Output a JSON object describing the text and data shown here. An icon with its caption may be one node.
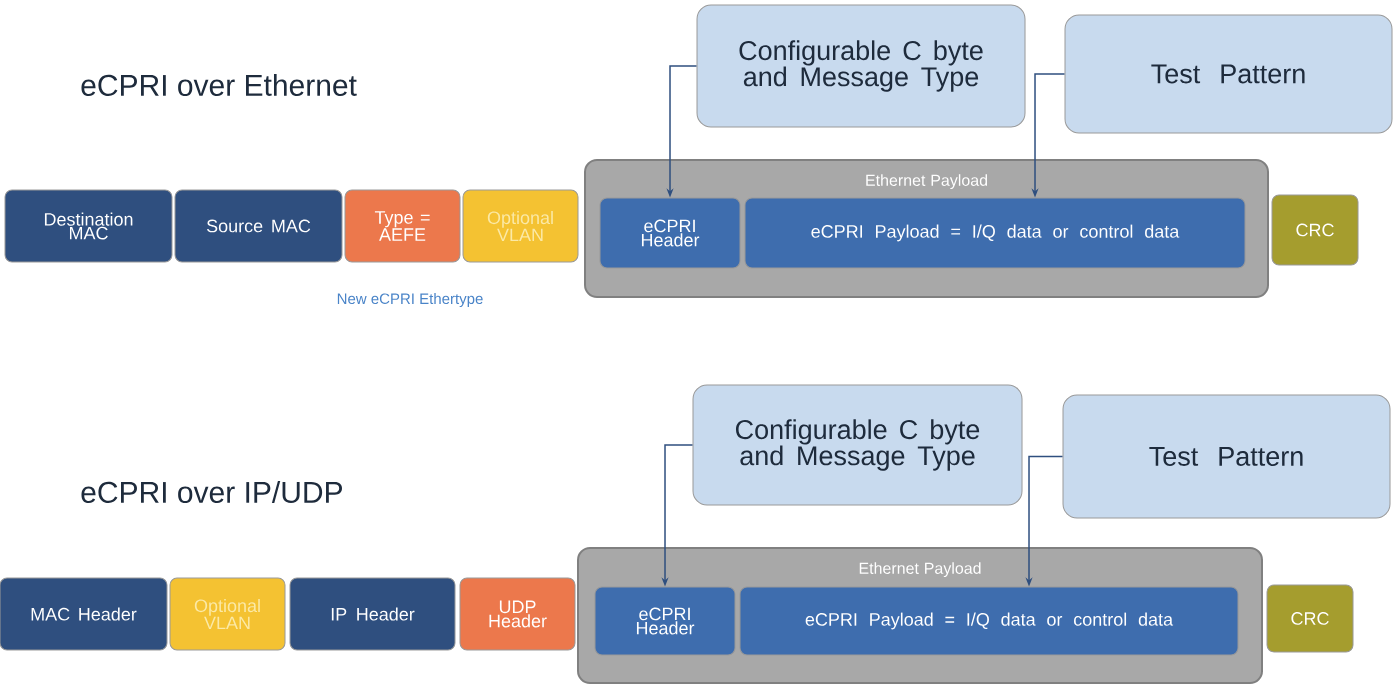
{
  "diagram": {
    "nodes": [
      {
        "text": [
          "Destination MAC"
        ]
      },
      {
        "text": [
          "Source MAC"
        ]
      },
      {
        "text": [
          "Type = AEFE"
        ]
      },
      {
        "text": [
          "Optional VLAN"
        ]
      },
      {
        "text": [
          "Ethernet Payload"
        ]
      },
      {
        "text": [
          "eCPRI Header"
        ],
        "in": 4
      },
      {
        "text": [
          "eCPRI Payload = I/Q data or control data"
        ],
        "in": 4
      },
      {
        "text": [
          "CRC"
        ]
      },
      {
        "text": [
          "Configurable C byte and Message Type"
        ]
      },
      {
        "text": [
          "Test Pattern"
        ]
      },
      {
        "text": [
          "MAC Header"
        ]
      },
      {
        "text": [
          "Optional VLAN"
        ]
      },
      {
        "text": [
          "IP Header"
        ]
      },
      {
        "text": [
          "UDP Header"
        ]
      },
      {
        "text": [
          "Ethernet Payload"
        ]
      },
      {
        "text": [
          "eCPRI Header"
        ],
        "in": 14
      },
      {
        "text": [
          "eCPRI Payload = I/Q data or control data"
        ],
        "in": 14
      },
      {
        "text": [
          "CRC"
        ]
      },
      {
        "text": [
          "Configurable C byte and Message Type"
        ]
      },
      {
        "text": [
          "Test Pattern"
        ]
      }
    ],
    "edges": [
      {
        "from": 8,
        "to": 5,
        "arrow": "to"
      },
      {
        "from": 9,
        "to": 6,
        "arrow": "to"
      },
      {
        "from": 18,
        "to": 15,
        "arrow": "to"
      },
      {
        "from": 19,
        "to": 16,
        "arrow": "to"
      }
    ],
    "labels": [
      "eCPRI over Ethernet",
      "New eCPRI Ethertype",
      "eCPRI over IP/UDP"
    ]
  }
}
